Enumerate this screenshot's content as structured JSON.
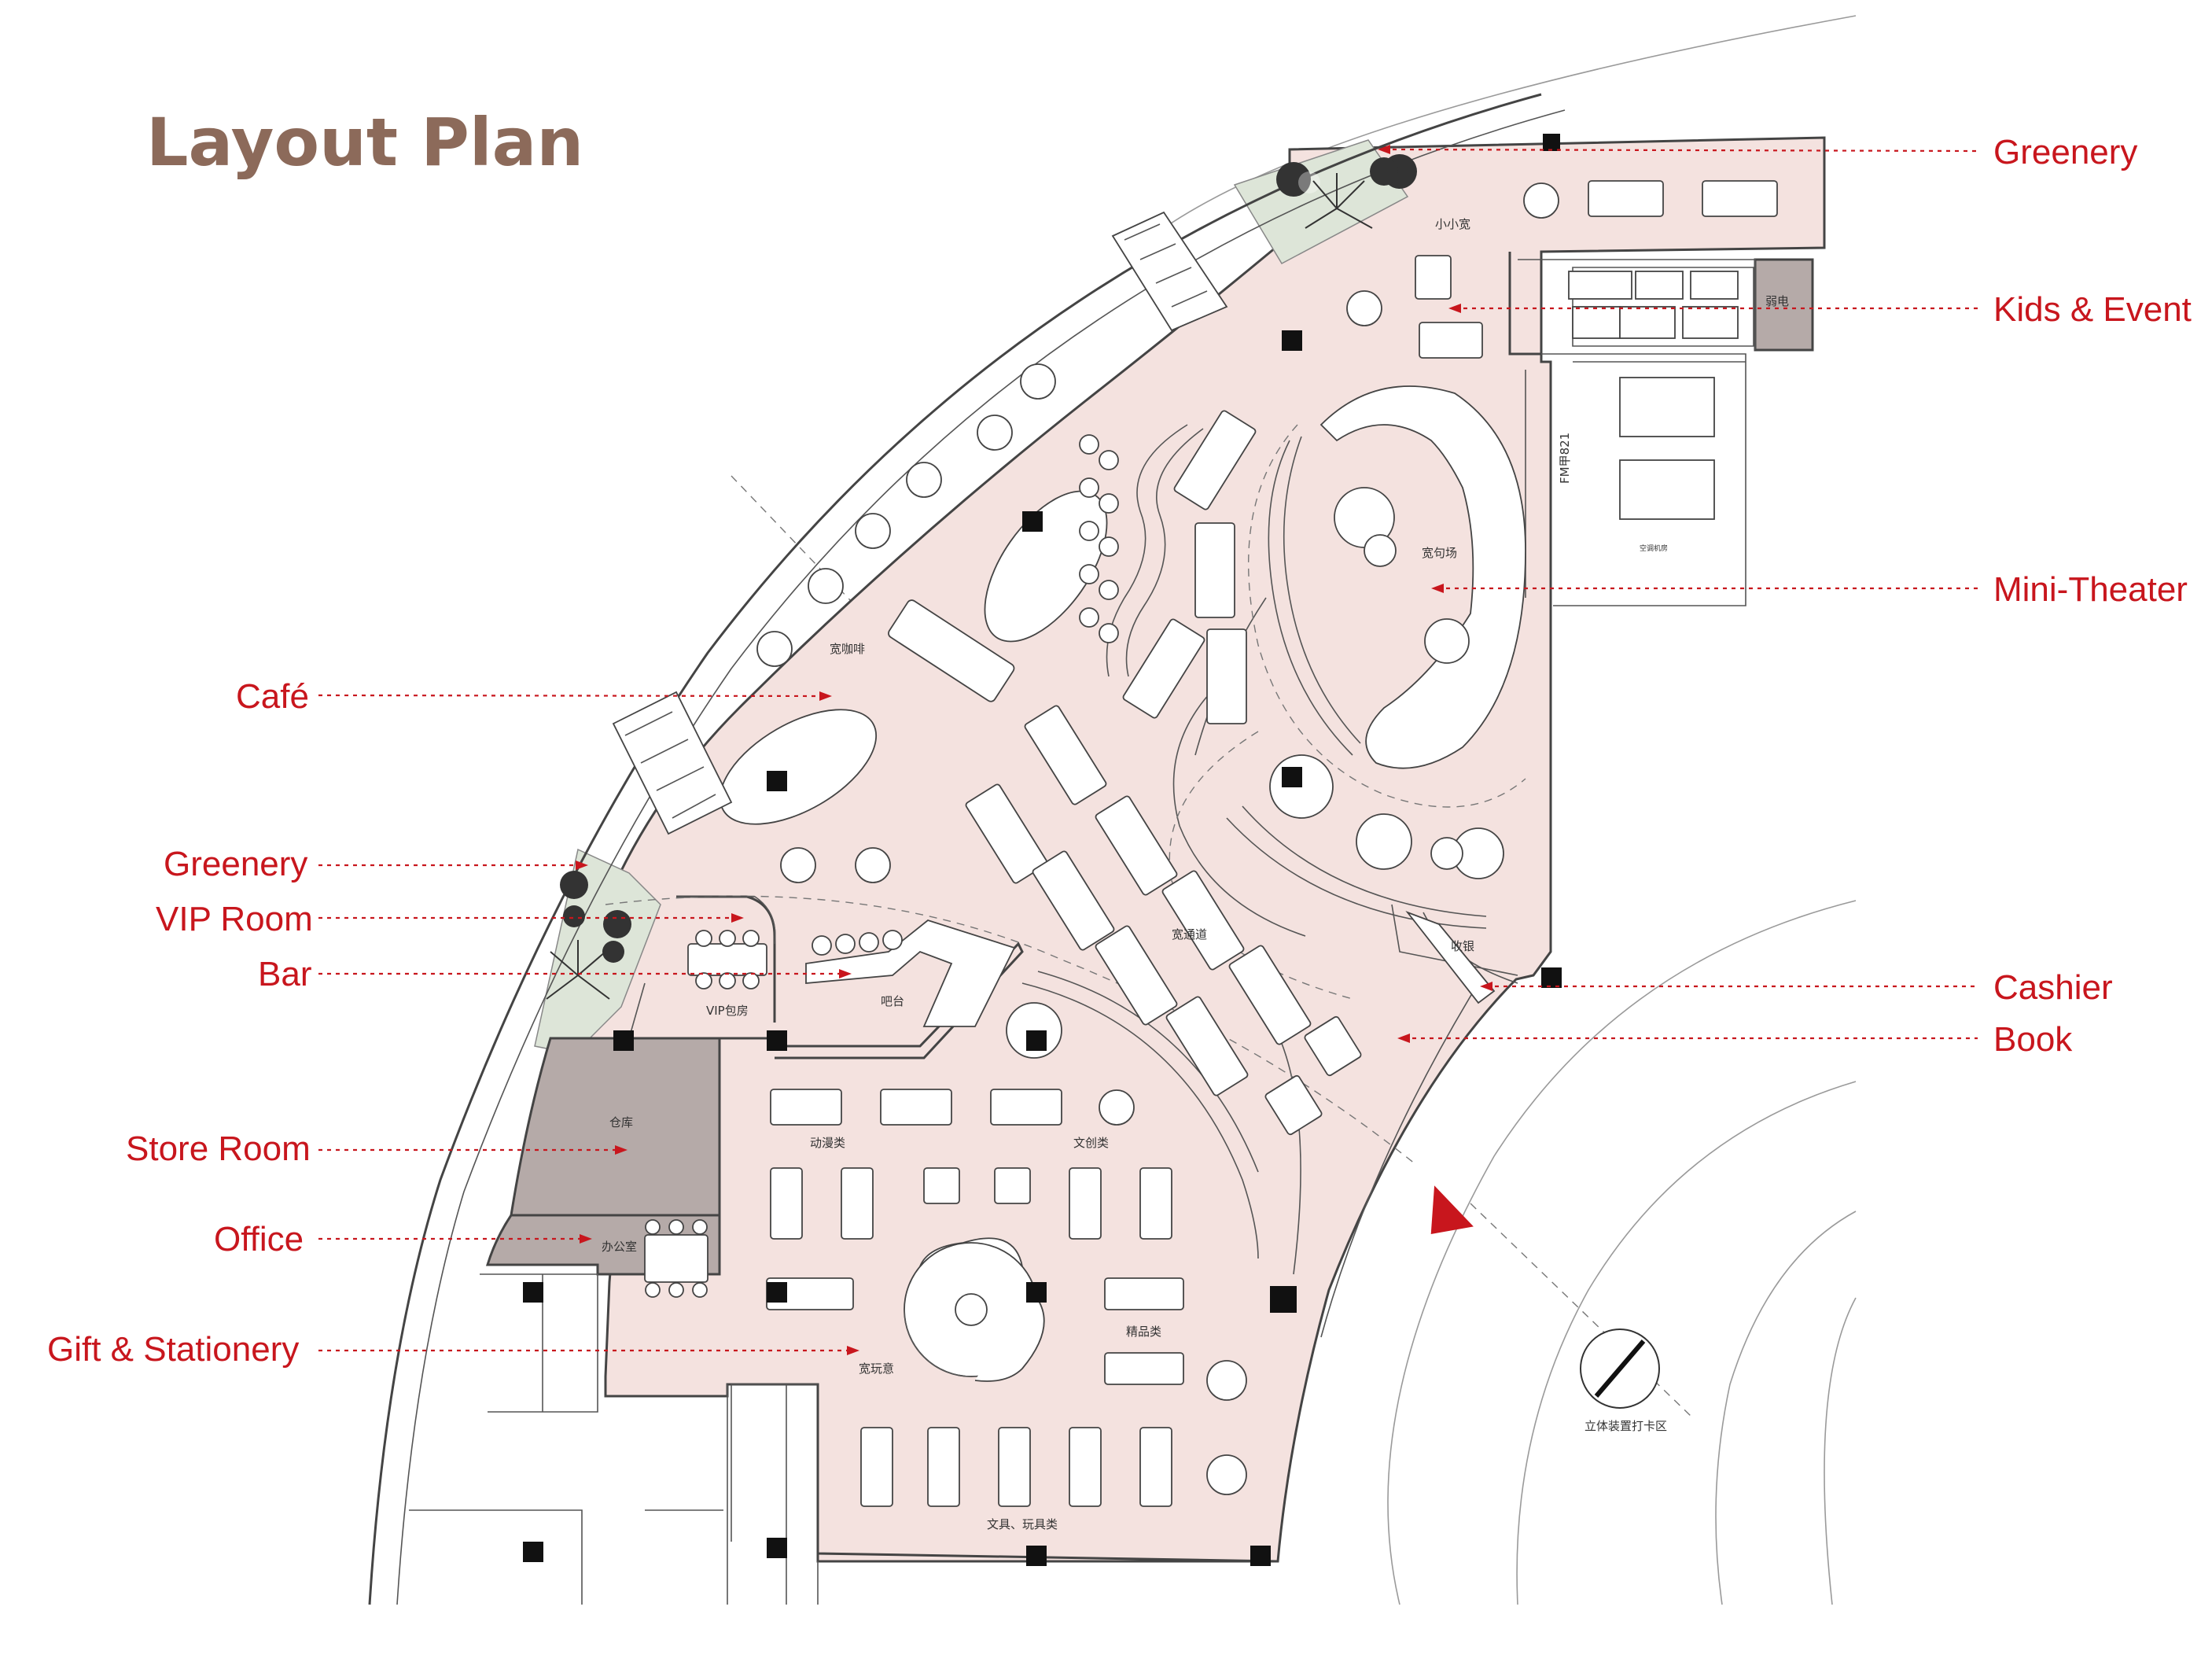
{
  "title": "Layout Plan",
  "colors": {
    "floor": "#f4e2df",
    "greenery": "#dde5d8",
    "service": "#b5aaa8",
    "callout": "#c8161d",
    "title": "#8c6a5a",
    "wall": "#444444"
  },
  "callouts_right": [
    {
      "label": "Greenery"
    },
    {
      "label": "Kids & Event"
    },
    {
      "label": "Mini-Theater"
    },
    {
      "label": "Cashier"
    },
    {
      "label": "Book"
    }
  ],
  "callouts_left": [
    {
      "label": "Café"
    },
    {
      "label": "Greenery"
    },
    {
      "label": "VIP Room"
    },
    {
      "label": "Bar"
    },
    {
      "label": "Store Room"
    },
    {
      "label": "Office"
    },
    {
      "label": "Gift & Stationery"
    }
  ],
  "room_labels": {
    "kids": "小小宽",
    "theater": "宽句场",
    "cafe": "宽咖啡",
    "vip": "VIP包房",
    "bar": "吧台",
    "corridor": "宽通道",
    "cashier": "收银",
    "storeroom": "仓库",
    "office": "办公室",
    "anime": "动漫类",
    "creative": "文创类",
    "boutique": "精品类",
    "toys_area": "宽玩意",
    "stationery": "文具、玩具类",
    "checkin": "立体装置打卡区",
    "weak_power": "弱电",
    "tower": "FM甲821",
    "aircon": "空调机房"
  },
  "icons": [
    "north-arrow-icon",
    "entrance-arrow-icon",
    "tree-icon"
  ]
}
